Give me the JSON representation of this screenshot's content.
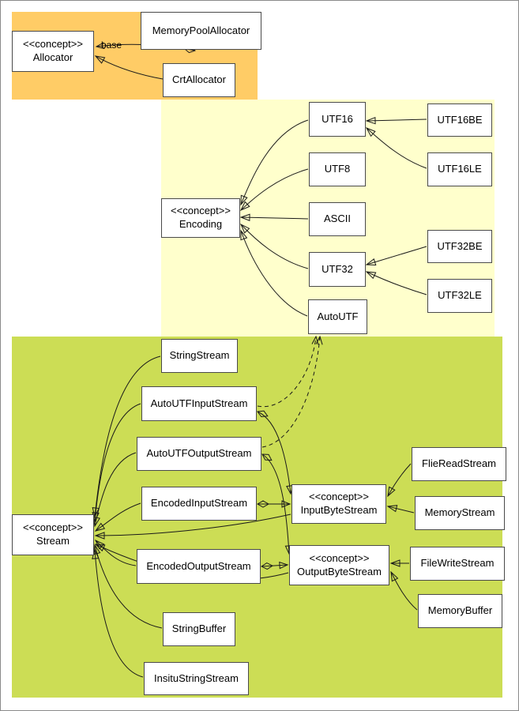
{
  "colors": {
    "allocator_region": "#ffcc66",
    "encoding_region": "#ffffcc",
    "stream_region": "#ccdd55",
    "node_fill": "#ffffff",
    "edge": "#1a1a1a"
  },
  "edge_labels": {
    "base": "base"
  },
  "nodes": {
    "allocator": {
      "stereotype": "<<concept>>",
      "name": "Allocator"
    },
    "memoryPoolAllocator": {
      "name": "MemoryPoolAllocator"
    },
    "crtAllocator": {
      "name": "CrtAllocator"
    },
    "encoding": {
      "stereotype": "<<concept>>",
      "name": "Encoding"
    },
    "utf16": {
      "name": "UTF16"
    },
    "utf8": {
      "name": "UTF8"
    },
    "ascii": {
      "name": "ASCII"
    },
    "utf32": {
      "name": "UTF32"
    },
    "autoUtf": {
      "name": "AutoUTF"
    },
    "utf16be": {
      "name": "UTF16BE"
    },
    "utf16le": {
      "name": "UTF16LE"
    },
    "utf32be": {
      "name": "UTF32BE"
    },
    "utf32le": {
      "name": "UTF32LE"
    },
    "stream": {
      "stereotype": "<<concept>>",
      "name": "Stream"
    },
    "stringStream": {
      "name": "StringStream"
    },
    "autoUtfInputStream": {
      "name": "AutoUTFInputStream"
    },
    "autoUtfOutputStream": {
      "name": "AutoUTFOutputStream"
    },
    "encodedInputStream": {
      "name": "EncodedInputStream"
    },
    "encodedOutputStream": {
      "name": "EncodedOutputStream"
    },
    "stringBuffer": {
      "name": "StringBuffer"
    },
    "insituStringStream": {
      "name": "InsituStringStream"
    },
    "inputByteStream": {
      "stereotype": "<<concept>>",
      "name": "InputByteStream"
    },
    "outputByteStream": {
      "stereotype": "<<concept>>",
      "name": "OutputByteStream"
    },
    "fileReadStream": {
      "name": "FlieReadStream"
    },
    "memoryStream": {
      "name": "MemoryStream"
    },
    "fileWriteStream": {
      "name": "FileWriteStream"
    },
    "memoryBuffer": {
      "name": "MemoryBuffer"
    }
  },
  "edges": [
    {
      "from": "memoryPoolAllocator",
      "to": "allocator",
      "type": "aggregation",
      "label": "base"
    },
    {
      "from": "crtAllocator",
      "to": "allocator",
      "type": "generalization"
    },
    {
      "from": "utf16",
      "to": "encoding",
      "type": "generalization"
    },
    {
      "from": "utf8",
      "to": "encoding",
      "type": "generalization"
    },
    {
      "from": "ascii",
      "to": "encoding",
      "type": "generalization"
    },
    {
      "from": "utf32",
      "to": "encoding",
      "type": "generalization"
    },
    {
      "from": "autoUtf",
      "to": "encoding",
      "type": "generalization"
    },
    {
      "from": "utf16be",
      "to": "utf16",
      "type": "generalization"
    },
    {
      "from": "utf16le",
      "to": "utf16",
      "type": "generalization"
    },
    {
      "from": "utf32be",
      "to": "utf32",
      "type": "generalization"
    },
    {
      "from": "utf32le",
      "to": "utf32",
      "type": "generalization"
    },
    {
      "from": "stringStream",
      "to": "stream",
      "type": "generalization"
    },
    {
      "from": "autoUtfInputStream",
      "to": "stream",
      "type": "generalization"
    },
    {
      "from": "autoUtfOutputStream",
      "to": "stream",
      "type": "generalization"
    },
    {
      "from": "encodedInputStream",
      "to": "stream",
      "type": "generalization"
    },
    {
      "from": "encodedOutputStream",
      "to": "stream",
      "type": "generalization"
    },
    {
      "from": "stringBuffer",
      "to": "stream",
      "type": "generalization"
    },
    {
      "from": "insituStringStream",
      "to": "stream",
      "type": "generalization"
    },
    {
      "from": "inputByteStream",
      "to": "stream",
      "type": "generalization"
    },
    {
      "from": "outputByteStream",
      "to": "stream",
      "type": "generalization"
    },
    {
      "from": "autoUtfInputStream",
      "to": "autoUtf",
      "type": "dependency"
    },
    {
      "from": "autoUtfOutputStream",
      "to": "autoUtf",
      "type": "dependency"
    },
    {
      "from": "autoUtfInputStream",
      "to": "inputByteStream",
      "type": "aggregation"
    },
    {
      "from": "encodedInputStream",
      "to": "inputByteStream",
      "type": "aggregation"
    },
    {
      "from": "autoUtfOutputStream",
      "to": "outputByteStream",
      "type": "aggregation"
    },
    {
      "from": "encodedOutputStream",
      "to": "outputByteStream",
      "type": "aggregation"
    },
    {
      "from": "fileReadStream",
      "to": "inputByteStream",
      "type": "generalization"
    },
    {
      "from": "memoryStream",
      "to": "inputByteStream",
      "type": "generalization"
    },
    {
      "from": "fileWriteStream",
      "to": "outputByteStream",
      "type": "generalization"
    },
    {
      "from": "memoryBuffer",
      "to": "outputByteStream",
      "type": "generalization"
    }
  ]
}
